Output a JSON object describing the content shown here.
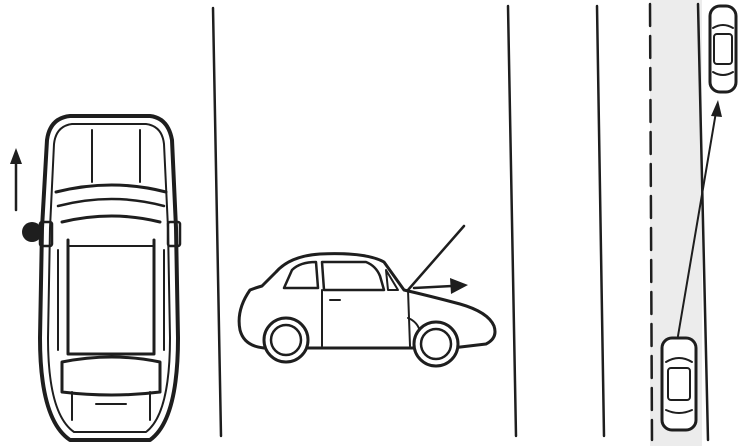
{
  "colors": {
    "ink": "#1e1e1e",
    "background": "#ffffff",
    "lane_shade": "#ececec"
  },
  "panels": [
    {
      "subject": "top-view-car",
      "direction_arrow": "up",
      "marker": "dot-on-left-side"
    },
    {
      "subject": "side-view-car",
      "hood": "open",
      "direction_arrow": "right"
    },
    {
      "subject": "lane-change-top-view",
      "car_count": 2,
      "path_arrow": "diagonal-up"
    }
  ]
}
